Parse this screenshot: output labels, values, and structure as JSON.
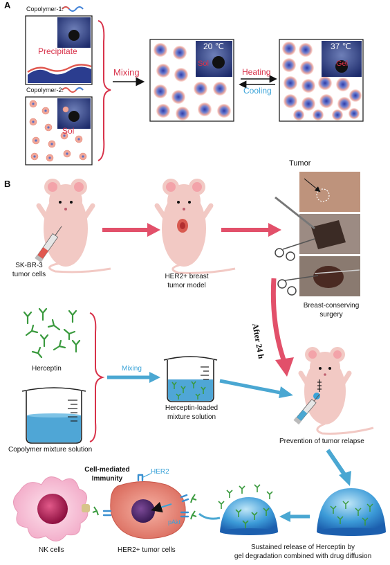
{
  "panel_a": {
    "label": "A",
    "copolymer1": "Copolymer-1:",
    "copolymer2": "Copolymer-2:",
    "precipitate": "Precipitate",
    "sol_left": "Sol",
    "mixing": "Mixing",
    "sol_mid": "Sol",
    "temp_mid": "20 ℃",
    "heating": "Heating",
    "cooling": "Cooling",
    "gel": "Gel",
    "temp_right": "37 ℃"
  },
  "panel_b": {
    "label": "B",
    "tumor": "Tumor",
    "skbr3_line1": "SK-BR-3",
    "skbr3_line2": "tumor cells",
    "her2_model_line1": "HER2+ breast",
    "her2_model_line2": "tumor model",
    "surgery_line1": "Breast-conserving",
    "surgery_line2": "surgery",
    "after24": "After 24 h",
    "herceptin": "Herceptin",
    "mixing": "Mixing",
    "loaded_line1": "Herceptin-loaded",
    "loaded_line2": "mixture solution",
    "copolymer_mix": "Copolymer mixture solution",
    "prevention": "Prevention of tumor relapse",
    "cell_mediated_line1": "Cell-mediated",
    "cell_mediated_line2": "Immunity",
    "her2": "HER2",
    "pakt": "pAkt",
    "nk_cells": "NK cells",
    "her2_cells": "HER2+ tumor cells",
    "release_line1": "Sustained release of Herceptin by",
    "release_line2": "gel degradation combined with drug diffusion"
  },
  "colors": {
    "pink_text": "#d8324a",
    "blue_text": "#3aa3d8",
    "red_arrow": "#e2506a",
    "blue_arrow": "#4aa7d2",
    "mouse": "#f2c9c4",
    "antibody": "#3a9a3e"
  }
}
